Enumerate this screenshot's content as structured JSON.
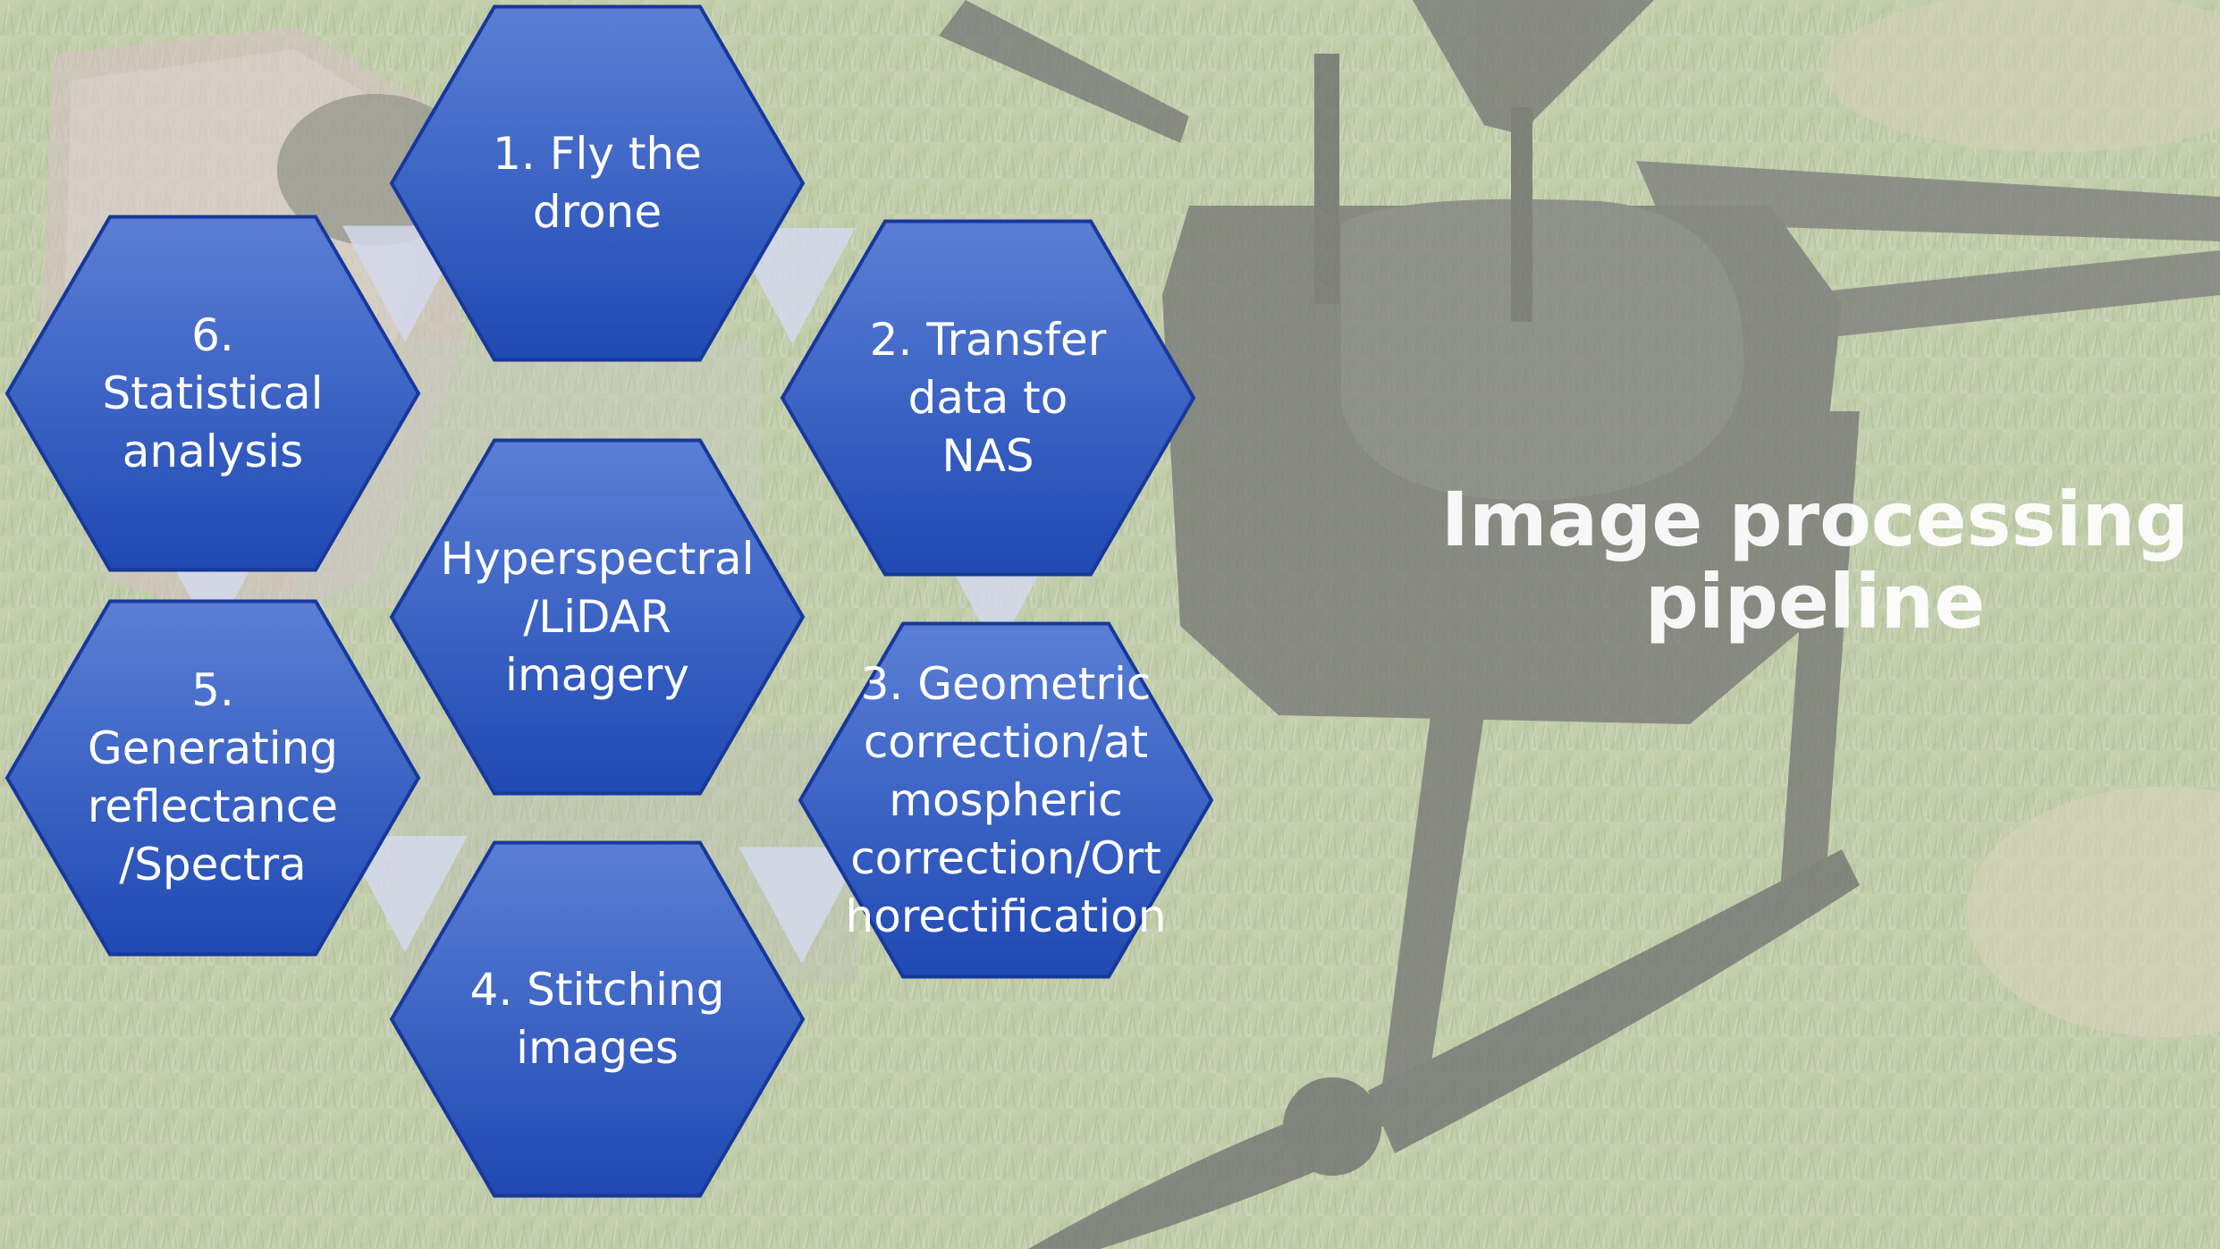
{
  "title": "Image processing\npipeline",
  "center": {
    "label": "Hyperspectral\n/LiDAR\nimagery"
  },
  "steps": [
    {
      "label": "1. Fly the\ndrone"
    },
    {
      "label": "2. Transfer\ndata to\nNAS"
    },
    {
      "label": "3. Geometric\ncorrection/at\nmospheric\ncorrection/Ort\nhorectification"
    },
    {
      "label": "4. Stitching\nimages"
    },
    {
      "label": "5.\nGenerating\nreflectance\n/Spectra"
    },
    {
      "label": "6.\nStatistical\nanalysis"
    }
  ],
  "colors": {
    "hex_fill_top": "#5b7fd6",
    "hex_fill_bottom": "#1f49b3",
    "hex_edge": "#17389a",
    "connector": "#d4d9ec",
    "background_grass": "#a9b98a",
    "title": "#ffffff"
  },
  "background": {
    "content": "photo-of-hexacopter-drone-on-grass"
  }
}
